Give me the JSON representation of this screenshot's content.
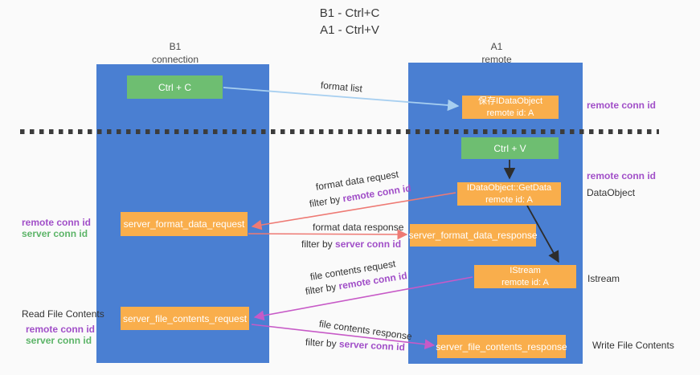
{
  "title": {
    "line1": "B1 - Ctrl+C",
    "line2": "A1 - Ctrl+V"
  },
  "lanes": {
    "left": {
      "name": "B1",
      "role": "connection"
    },
    "right": {
      "name": "A1",
      "role": "remote"
    }
  },
  "nodes": {
    "ctrl_c": {
      "label": "Ctrl + C"
    },
    "ctrl_v": {
      "label": "Ctrl + V"
    },
    "save_idataobject": {
      "line1": "保存IDataObject",
      "line2": "remote id: A"
    },
    "getdata": {
      "line1": "IDataObject::GetData",
      "line2": "remote id: A"
    },
    "istream": {
      "line1": "IStream",
      "line2": "remote id: A"
    },
    "format_request": {
      "label": "server_format_data_request"
    },
    "format_response": {
      "label": "server_format_data_response"
    },
    "file_request": {
      "label": "server_file_contents_request"
    },
    "file_response": {
      "label": "server_file_contents_response"
    }
  },
  "messages": {
    "format_list": {
      "label": "format list"
    },
    "format_request": {
      "label": "format data request",
      "filter_prefix": "filter by ",
      "filter_id": "remote conn id"
    },
    "format_response": {
      "label": "format data response",
      "filter_prefix": "filter by ",
      "filter_id": "server conn id"
    },
    "file_request": {
      "label": "file contents request",
      "filter_prefix": "filter by ",
      "filter_id": "remote conn id"
    },
    "file_response": {
      "label": "file contents response",
      "filter_prefix": "filter by ",
      "filter_id": "server conn id"
    }
  },
  "side_labels": {
    "remote_conn_id_top": "remote conn id",
    "remote_conn_id_mid": "remote conn id",
    "dataobject": "DataObject",
    "istream": "Istream",
    "write_file_contents": "Write File Contents",
    "read_file_contents": "Read File Contents",
    "left_mid_remote": "remote conn id",
    "left_mid_server": "server conn id",
    "left_bottom_remote": "remote conn id",
    "left_bottom_server": "server conn id"
  },
  "colors": {
    "lane_blue": "#4a7fd2",
    "node_green": "#6ebe71",
    "node_orange": "#f9ae4c",
    "arrow_salmon": "#ee7a74",
    "arrow_magenta": "#c75ac7",
    "arrow_lightblue": "#a7cff0",
    "arrow_black": "#2d2d2d",
    "separator_dash": "#3c3c3c",
    "text_purple": "#a14fc8",
    "text_green": "#5cb468",
    "text_dark": "#333333",
    "background": "#fafafa"
  }
}
